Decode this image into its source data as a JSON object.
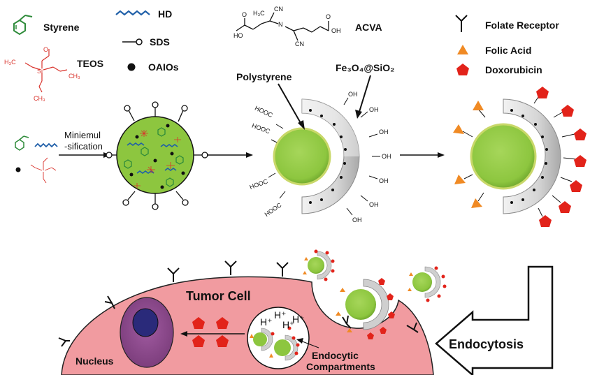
{
  "legend": {
    "styrene": "Styrene",
    "hd": "HD",
    "sds": "SDS",
    "teos": "TEOS",
    "oaios": "OAIOs",
    "acva": "ACVA",
    "folate_receptor": "Folate Receptor",
    "folic_acid": "Folic Acid",
    "doxorubicin": "Doxorubicin"
  },
  "chem": {
    "acva_ch3": "H₃C",
    "acva_cn": "CN",
    "acva_n": "N",
    "acva_ho": "HO",
    "acva_oh": "OH",
    "acva_o": "O",
    "teos_h3c": "H₃C",
    "teos_ch3": "CH₃",
    "teos_si": "Si",
    "teos_o": "O"
  },
  "process": {
    "step1_line1": "Miniemul",
    "step1_line2": "-sification",
    "polystyrene": "Polystyrene",
    "shell": "Fe₃O₄@SiO₂",
    "hooc": "HOOC",
    "oh": "OH"
  },
  "cell": {
    "tumor_cell": "Tumor Cell",
    "nucleus": "Nucleus",
    "endocytic_line1": "Endocytic",
    "endocytic_line2": "Compartments",
    "endocytosis": "Endocytosis",
    "hplus": "H⁺"
  },
  "colors": {
    "green_core": "#8dc63f",
    "cell_pink": "#f19ba0",
    "nucleus_purple": "#8e4b8e",
    "nucleus_core": "#2a2a7a",
    "drug_red": "#e2231a",
    "folic_orange": "#f08a24",
    "shell_gray": "#d9d9d9",
    "styrene_green": "#2e8b3a",
    "teos_red": "#d9322b",
    "hd_blue": "#1f5fa8"
  }
}
